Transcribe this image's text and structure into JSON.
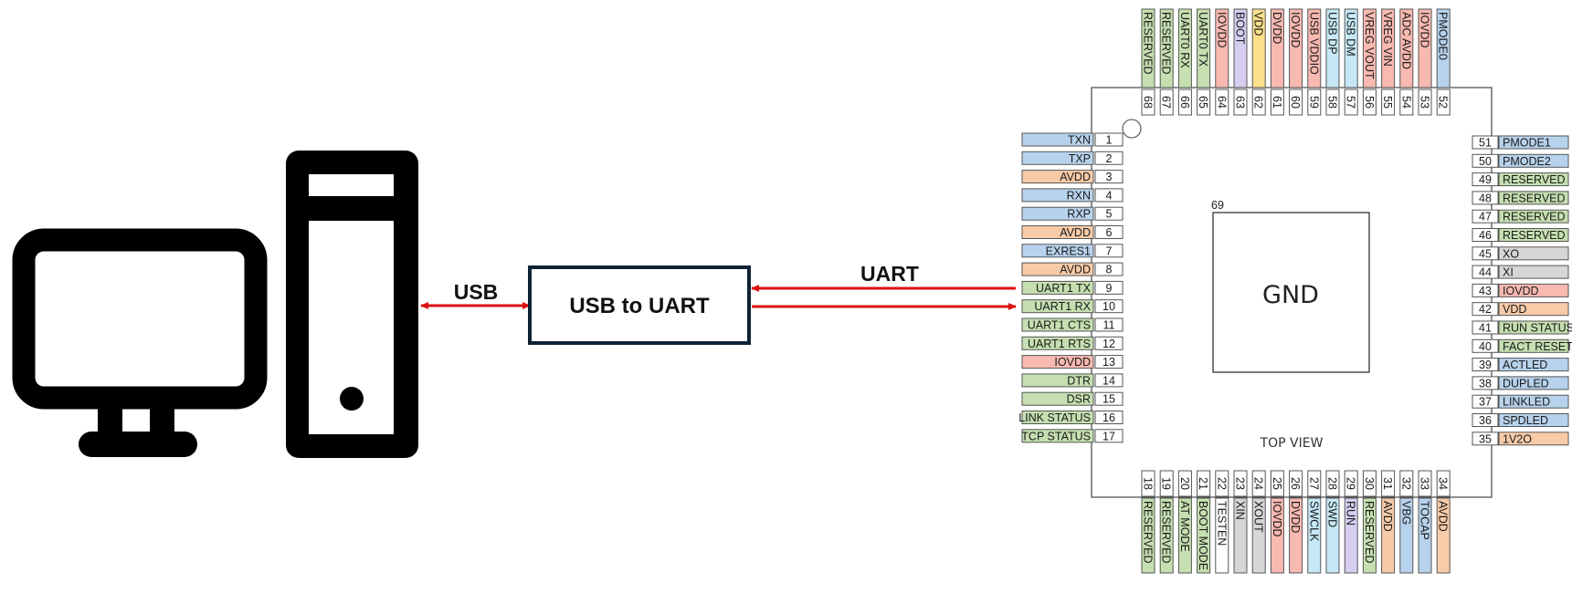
{
  "colors": {
    "power": "#f8b9b1",
    "analog": "#f8cba8",
    "io": "#c5dfb0",
    "data": "#b7d2ec",
    "boot": "#d6cdf1",
    "vdd": "#fbe08c",
    "usb": "#c6e8f6",
    "clock": "#d6d6d6",
    "wire": "#dd1111",
    "outline": "#222222"
  },
  "host": {
    "monitor_icon": "monitor-icon",
    "tower_icon": "pc-tower-icon"
  },
  "links": {
    "usb_label": "USB",
    "uart_label": "UART"
  },
  "converter": {
    "label": "USB to UART"
  },
  "chip": {
    "view_label": "TOP VIEW",
    "pad": {
      "number": "69",
      "label": "GND"
    },
    "pins_left": [
      {
        "num": "1",
        "name": "TXN",
        "color": "data"
      },
      {
        "num": "2",
        "name": "TXP",
        "color": "data"
      },
      {
        "num": "3",
        "name": "AVDD",
        "color": "analog"
      },
      {
        "num": "4",
        "name": "RXN",
        "color": "data"
      },
      {
        "num": "5",
        "name": "RXP",
        "color": "data"
      },
      {
        "num": "6",
        "name": "AVDD",
        "color": "analog"
      },
      {
        "num": "7",
        "name": "EXRES1",
        "color": "data"
      },
      {
        "num": "8",
        "name": "AVDD",
        "color": "analog"
      },
      {
        "num": "9",
        "name": "UART1 TX",
        "color": "io"
      },
      {
        "num": "10",
        "name": "UART1 RX",
        "color": "io"
      },
      {
        "num": "11",
        "name": "UART1 CTS",
        "color": "io"
      },
      {
        "num": "12",
        "name": "UART1 RTS",
        "color": "io"
      },
      {
        "num": "13",
        "name": "IOVDD",
        "color": "power"
      },
      {
        "num": "14",
        "name": "DTR",
        "color": "io"
      },
      {
        "num": "15",
        "name": "DSR",
        "color": "io"
      },
      {
        "num": "16",
        "name": "LINK STATUS",
        "color": "io"
      },
      {
        "num": "17",
        "name": "TCP STATUS",
        "color": "io"
      }
    ],
    "pins_bottom": [
      {
        "num": "18",
        "name": "RESERVED",
        "color": "io"
      },
      {
        "num": "19",
        "name": "RESERVED",
        "color": "io"
      },
      {
        "num": "20",
        "name": "AT MODE",
        "color": "io"
      },
      {
        "num": "21",
        "name": "BOOT MODE",
        "color": "io"
      },
      {
        "num": "22",
        "name": "TESTEN",
        "color": "none"
      },
      {
        "num": "23",
        "name": "XIN",
        "color": "clock"
      },
      {
        "num": "24",
        "name": "XOUT",
        "color": "clock"
      },
      {
        "num": "25",
        "name": "IOVDD",
        "color": "power"
      },
      {
        "num": "26",
        "name": "DVDD",
        "color": "power"
      },
      {
        "num": "27",
        "name": "SWCLK",
        "color": "usb"
      },
      {
        "num": "28",
        "name": "SWD",
        "color": "usb"
      },
      {
        "num": "29",
        "name": "RUN",
        "color": "boot"
      },
      {
        "num": "30",
        "name": "RESERVED",
        "color": "io"
      },
      {
        "num": "31",
        "name": "AVDD",
        "color": "analog"
      },
      {
        "num": "32",
        "name": "VBG",
        "color": "data"
      },
      {
        "num": "33",
        "name": "TOCAP",
        "color": "data"
      },
      {
        "num": "34",
        "name": "AVDD",
        "color": "analog"
      }
    ],
    "pins_right": [
      {
        "num": "51",
        "name": "PMODE1",
        "color": "data"
      },
      {
        "num": "50",
        "name": "PMODE2",
        "color": "data"
      },
      {
        "num": "49",
        "name": "RESERVED",
        "color": "io"
      },
      {
        "num": "48",
        "name": "RESERVED",
        "color": "io"
      },
      {
        "num": "47",
        "name": "RESERVED",
        "color": "io"
      },
      {
        "num": "46",
        "name": "RESERVED",
        "color": "io"
      },
      {
        "num": "45",
        "name": "XO",
        "color": "clock"
      },
      {
        "num": "44",
        "name": "XI",
        "color": "clock"
      },
      {
        "num": "43",
        "name": "IOVDD",
        "color": "power"
      },
      {
        "num": "42",
        "name": "VDD",
        "color": "analog"
      },
      {
        "num": "41",
        "name": "RUN STATUS",
        "color": "io"
      },
      {
        "num": "40",
        "name": "FACT RESET",
        "color": "io"
      },
      {
        "num": "39",
        "name": "ACTLED",
        "color": "data"
      },
      {
        "num": "38",
        "name": "DUPLED",
        "color": "data"
      },
      {
        "num": "37",
        "name": "LINKLED",
        "color": "data"
      },
      {
        "num": "36",
        "name": "SPDLED",
        "color": "data"
      },
      {
        "num": "35",
        "name": "1V2O",
        "color": "analog"
      }
    ],
    "pins_top": [
      {
        "num": "68",
        "name": "RESERVED",
        "color": "io"
      },
      {
        "num": "67",
        "name": "RESERVED",
        "color": "io"
      },
      {
        "num": "66",
        "name": "UART0 RX",
        "color": "io"
      },
      {
        "num": "65",
        "name": "UART0 TX",
        "color": "io"
      },
      {
        "num": "64",
        "name": "IOVDD",
        "color": "power"
      },
      {
        "num": "63",
        "name": "BOOT",
        "color": "boot"
      },
      {
        "num": "62",
        "name": "VDD",
        "color": "vdd"
      },
      {
        "num": "61",
        "name": "DVDD",
        "color": "power"
      },
      {
        "num": "60",
        "name": "IOVDD",
        "color": "power"
      },
      {
        "num": "59",
        "name": "USB VDDIO",
        "color": "power"
      },
      {
        "num": "58",
        "name": "USB DP",
        "color": "usb"
      },
      {
        "num": "57",
        "name": "USB DM",
        "color": "usb"
      },
      {
        "num": "56",
        "name": "VREG VOUT",
        "color": "power"
      },
      {
        "num": "55",
        "name": "VREG VIN",
        "color": "power"
      },
      {
        "num": "54",
        "name": "ADC AVDD",
        "color": "power"
      },
      {
        "num": "53",
        "name": "IOVDD",
        "color": "power"
      },
      {
        "num": "52",
        "name": "PMODE0",
        "color": "data"
      }
    ]
  }
}
